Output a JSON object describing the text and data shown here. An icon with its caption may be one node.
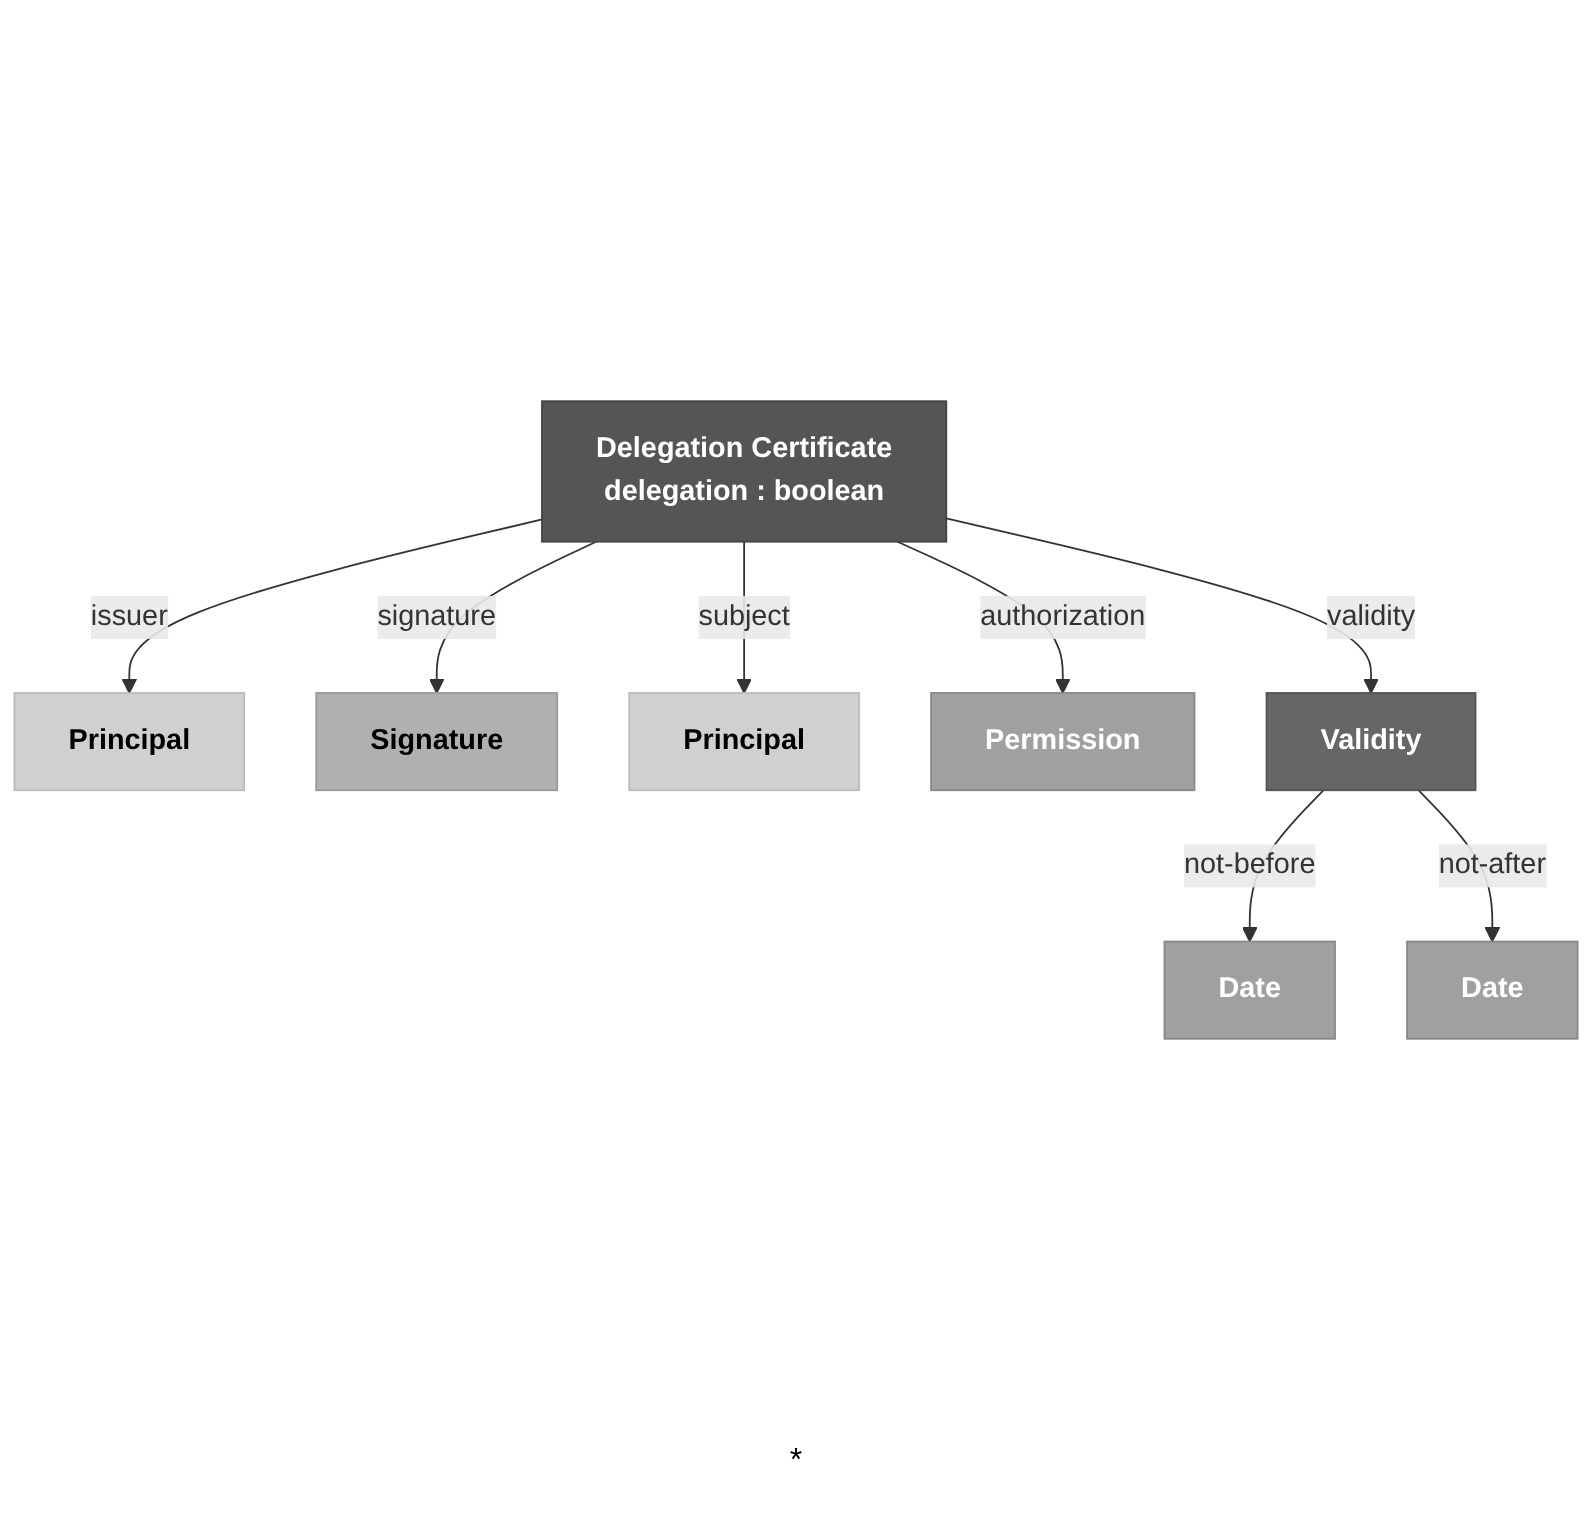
{
  "diagram": {
    "nodes": [
      {
        "text": [
          "Delegation Certificate",
          "delegation : boolean"
        ]
      },
      {
        "text": [
          "Principal"
        ]
      },
      {
        "text": [
          "Signature"
        ]
      },
      {
        "text": [
          "Principal"
        ]
      },
      {
        "text": [
          "Permission"
        ]
      },
      {
        "text": [
          "Validity"
        ]
      },
      {
        "text": [
          "Date"
        ]
      },
      {
        "text": [
          "Date"
        ]
      }
    ],
    "edges": [
      {
        "from": 0,
        "to": 1,
        "arrow": "to",
        "label": "issuer"
      },
      {
        "from": 0,
        "to": 2,
        "arrow": "to",
        "label": "signature"
      },
      {
        "from": 0,
        "to": 3,
        "arrow": "to",
        "label": "subject"
      },
      {
        "from": 0,
        "to": 4,
        "arrow": "to",
        "label": "authorization"
      },
      {
        "from": 0,
        "to": 5,
        "arrow": "to",
        "label": "validity"
      },
      {
        "from": 5,
        "to": 6,
        "arrow": "to",
        "label": "not-before"
      },
      {
        "from": 5,
        "to": 7,
        "arrow": "to",
        "label": "not-after"
      }
    ],
    "labels": [
      "*"
    ]
  }
}
